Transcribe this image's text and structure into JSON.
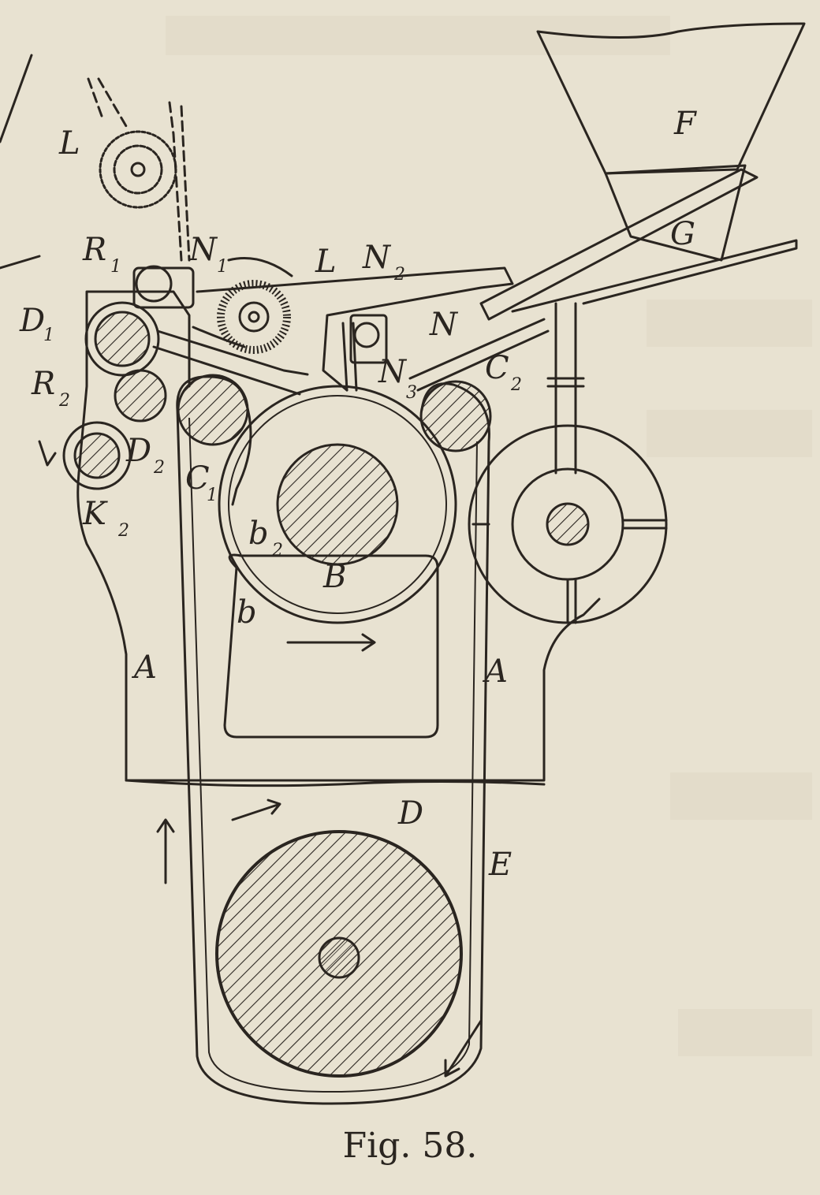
{
  "caption": "Fig. 58.",
  "labels": {
    "L_top": "L",
    "R1": "R",
    "R1_sub": "1",
    "N1": "N",
    "N1_sub": "1",
    "L_mid": "L",
    "N2": "N",
    "N2_sub": "2",
    "D1": "D",
    "D1_sub": "1",
    "R2": "R",
    "R2_sub": "2",
    "D2": "D",
    "D2_sub": "2",
    "K2": "K",
    "K2_sub": "2",
    "C1": "C",
    "C1_sub": "1",
    "b2": "b",
    "b2_sub": "2",
    "B": "B",
    "b": "b",
    "A_left": "A",
    "A_right": "A",
    "N": "N",
    "N3": "N",
    "N3_sub": "3",
    "C2": "C",
    "C2_sub": "2",
    "F": "F",
    "G": "G",
    "D": "D",
    "E": "E"
  },
  "colors": {
    "paper": "#e8e2d1",
    "ink": "#2a2520"
  }
}
